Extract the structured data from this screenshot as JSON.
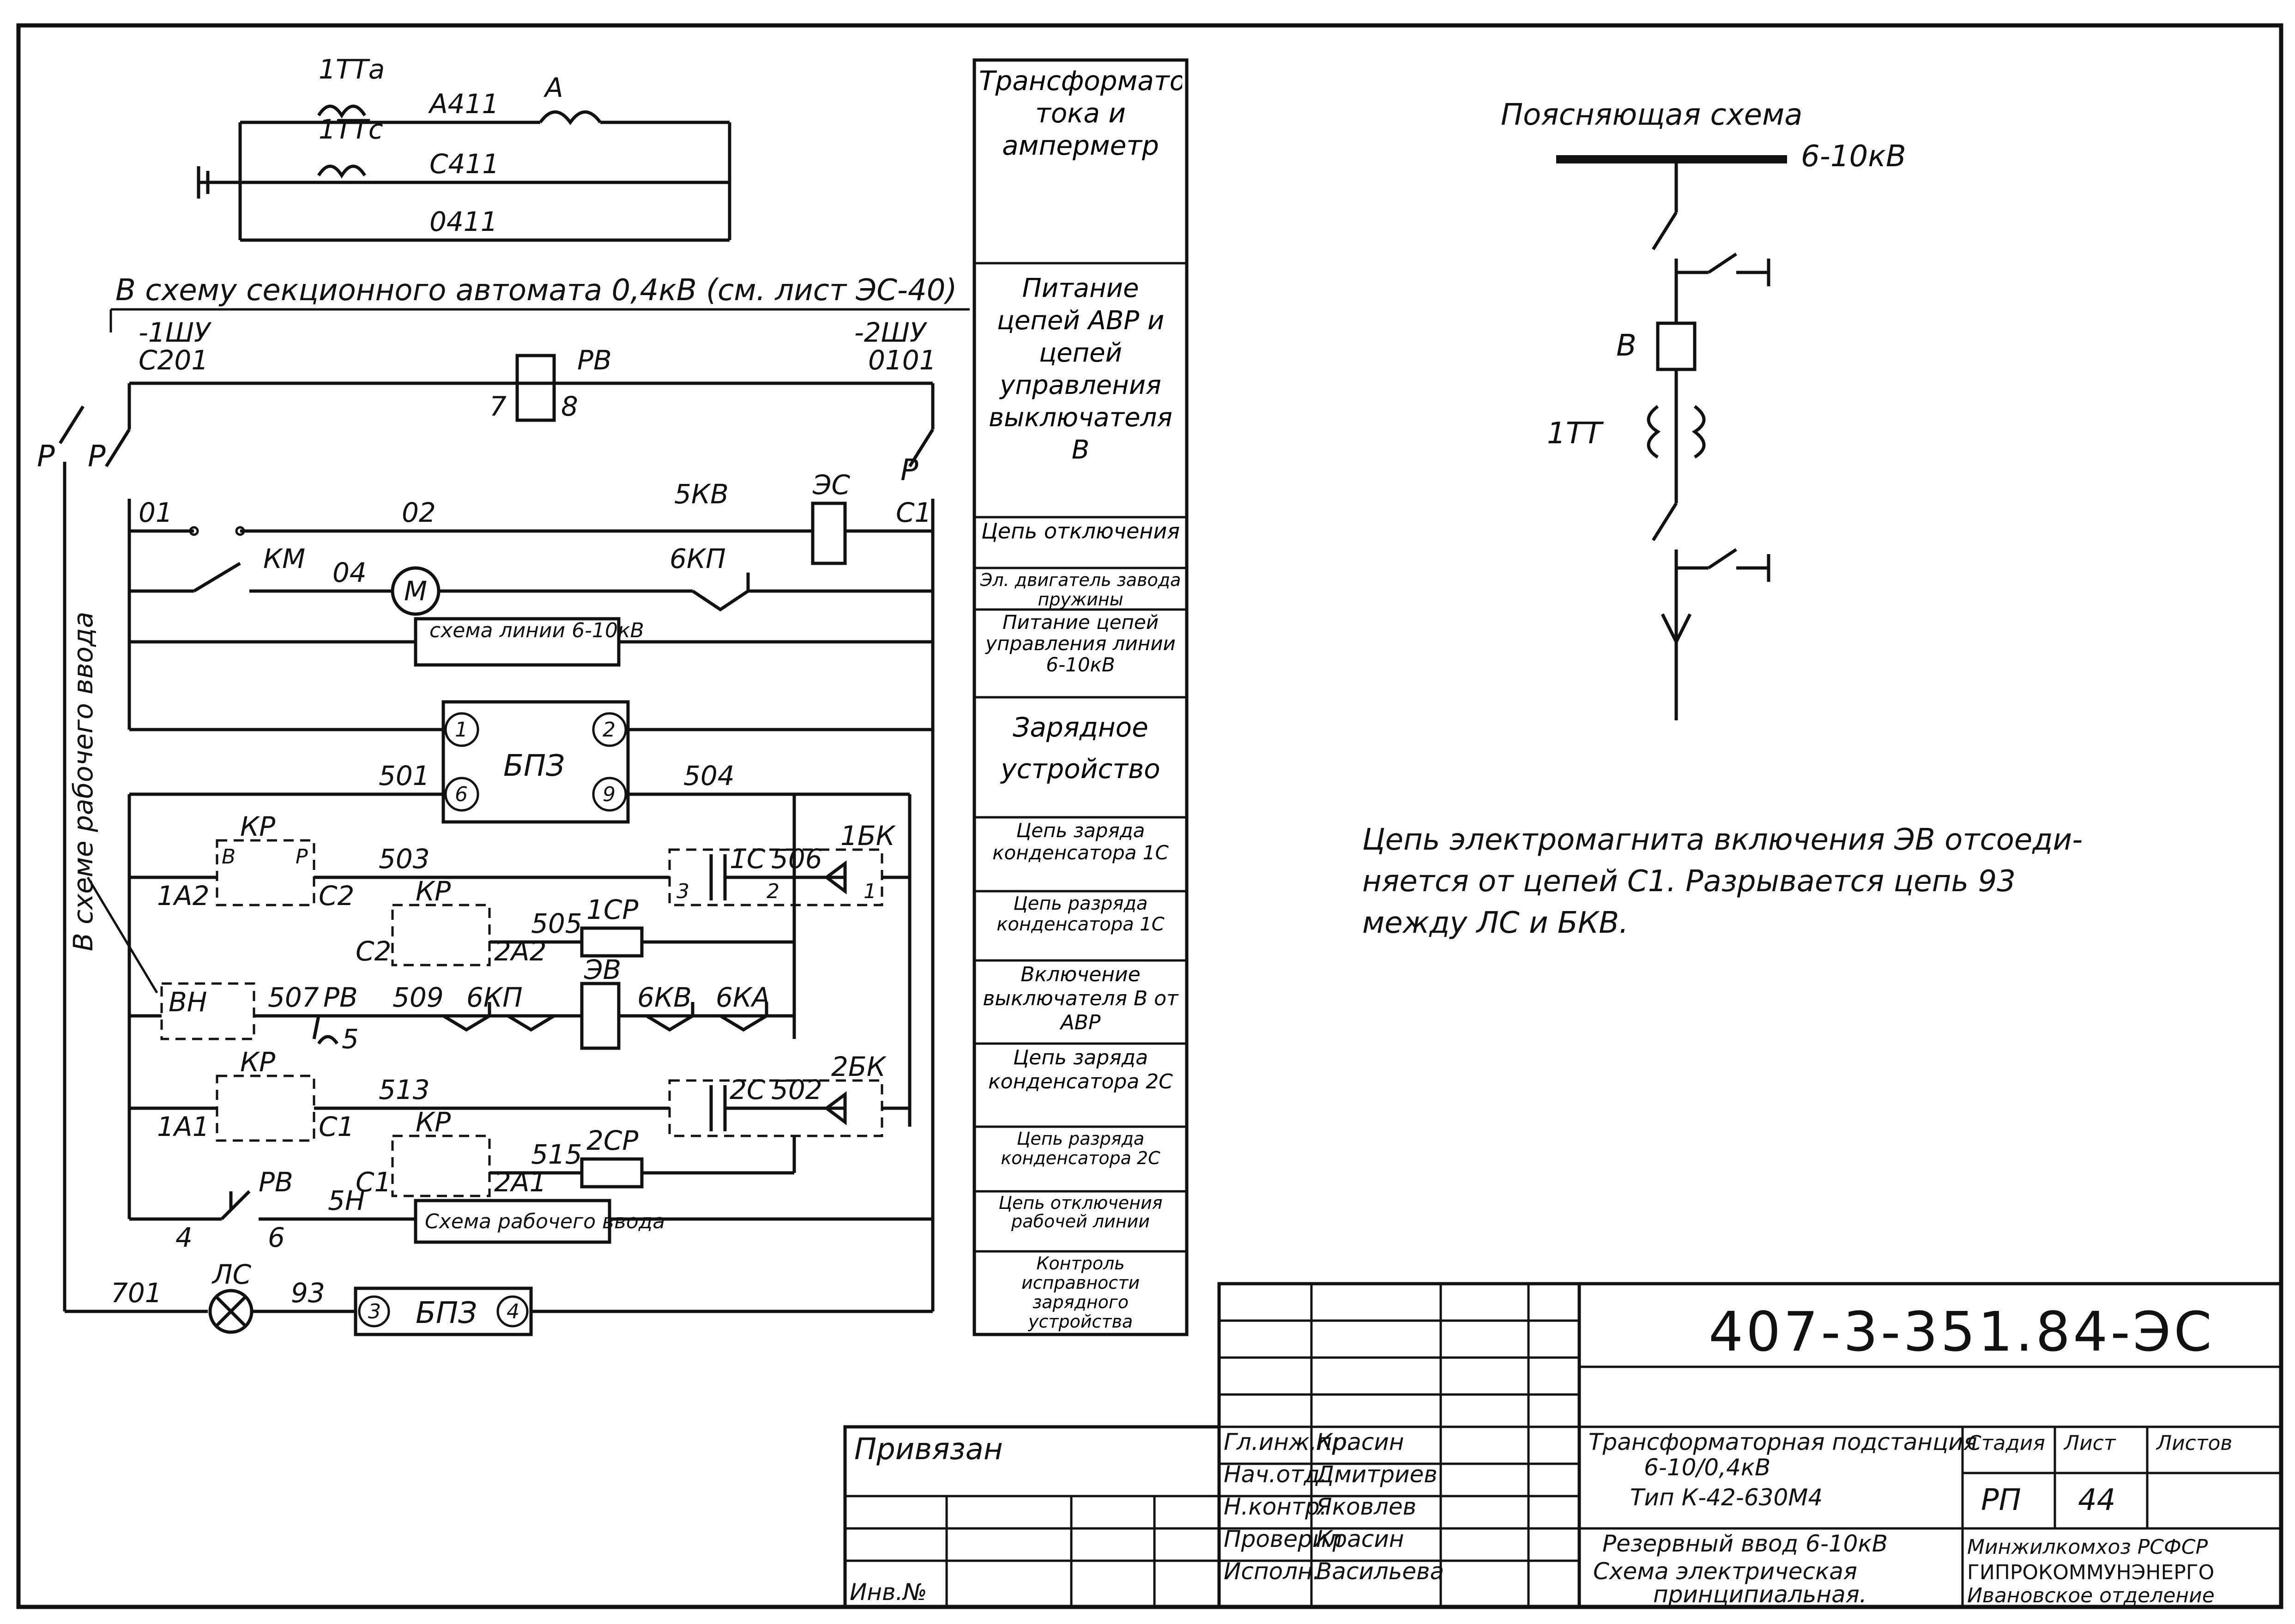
{
  "ct_block": {
    "ct_a": "1ТТа",
    "ct_c": "1ТТс",
    "wire_a": "А411",
    "wire_c": "С411",
    "wire_0": "0411",
    "ammeter": "А"
  },
  "main_header": "В схему секционного автомата 0,4кВ (см. лист ЭС-40)",
  "rails": {
    "left_top": "-1ШУ",
    "left_bottom": "С201",
    "right_top": "-2ШУ",
    "right_bottom": "0101"
  },
  "labels": {
    "P1": "Р",
    "P2": "Р",
    "P3": "Р",
    "RV": "РВ",
    "n7": "7",
    "n8": "8",
    "n01": "01",
    "n02": "02",
    "n5KB": "5КВ",
    "EC": "ЭС",
    "C1": "С1",
    "KM": "КМ",
    "n04": "04",
    "M": "М",
    "n6KP": "6КП",
    "line_scheme": "схема линии 6-10кВ",
    "BPZ": "БПЗ",
    "b1": "1",
    "b2": "2",
    "b6": "6",
    "b9": "9",
    "n501": "501",
    "n504": "504",
    "KP1": "КР",
    "B": "В",
    "P": "Р",
    "n1A2": "1А2",
    "nC2": "С2",
    "n503": "503",
    "n1C": "1С",
    "n506": "506",
    "n1BK": "1БК",
    "n3": "3",
    "n2": "2",
    "n1": "1",
    "KP2": "КР",
    "nC2b": "С2",
    "n2A2": "2А2",
    "n505": "505",
    "n1CP": "1СР",
    "BH": "ВН",
    "n507": "507",
    "RV2": "РВ",
    "n5": "5",
    "n509": "509",
    "n6KP2": "6КП",
    "EB": "ЭВ",
    "n6KB": "6КВ",
    "n6KA": "6КА",
    "KP3": "КР",
    "n1A1": "1А1",
    "nC1": "С1",
    "n513": "513",
    "n2C": "2С",
    "n502": "502",
    "n2BK": "2БК",
    "KP4": "КР",
    "nC1b": "С1",
    "n2A1": "2А1",
    "n515": "515",
    "n2CP": "2СР",
    "RV3": "РВ",
    "n5H": "5Н",
    "n4": "4",
    "n6": "6",
    "work_input": "Схема рабочего ввода",
    "n701": "701",
    "LC": "ЛС",
    "n93": "93",
    "BPZ2": "БПЗ",
    "b3": "3",
    "b4": "4",
    "vertical": "В схеме рабочего ввода"
  },
  "side_column": [
    "Трансформаторы тока и амперметр",
    "Питание цепей АВР и цепей управления выключателя В",
    "Цепь отключения",
    "Эл. двигатель завода пружины",
    "Питание цепей управления линии 6-10кВ",
    "Зарядное устройство",
    "Цепь заряда конденсатора 1С",
    "Цепь разряда конденсатора 1С",
    "Включение выключателя В от АВР",
    "Цепь заряда конденсатора 2С",
    "Цепь разряда конденсатора 2С",
    "Цепь отключения рабочей линии",
    "Контроль исправности зарядного устройства"
  ],
  "explanatory": {
    "title": "Поясняющая схема",
    "voltage": "6-10кВ",
    "breaker": "В",
    "ct": "1ТТ"
  },
  "note": [
    "Цепь электромагнита включения ЭВ отсоеди-",
    "няется от цепей С1. Разрывается цепь 93",
    "между ЛС и БКВ."
  ],
  "title_block": {
    "code": "407-3-351.84-ЭС",
    "privyazan": "Привязан",
    "inv": "Инв.№",
    "roles": [
      "Гл.инж.пр.",
      "Нач.отд.",
      "Н.контр.",
      "Проверил",
      "Исполн."
    ],
    "names": [
      "Красин",
      "Дмитриев",
      "Яковлев",
      "Красин",
      "Васильева"
    ],
    "project_line1": "Трансформаторная подстанция",
    "project_line2": "6-10/0,4кВ",
    "project_line3": "Тип К-42-630М4",
    "sheet_line1": "Резервный ввод 6-10кВ",
    "sheet_line2": "Схема электрическая",
    "sheet_line3": "принципиальная.",
    "stage_h": "Стадия",
    "sheet_h": "Лист",
    "sheets_h": "Листов",
    "stage": "РП",
    "sheet": "44",
    "org1": "Минжилкомхоз РСФСР",
    "org2": "ГИПРОКОММУНЭНЕРГО",
    "org3": "Ивановское отделение"
  }
}
